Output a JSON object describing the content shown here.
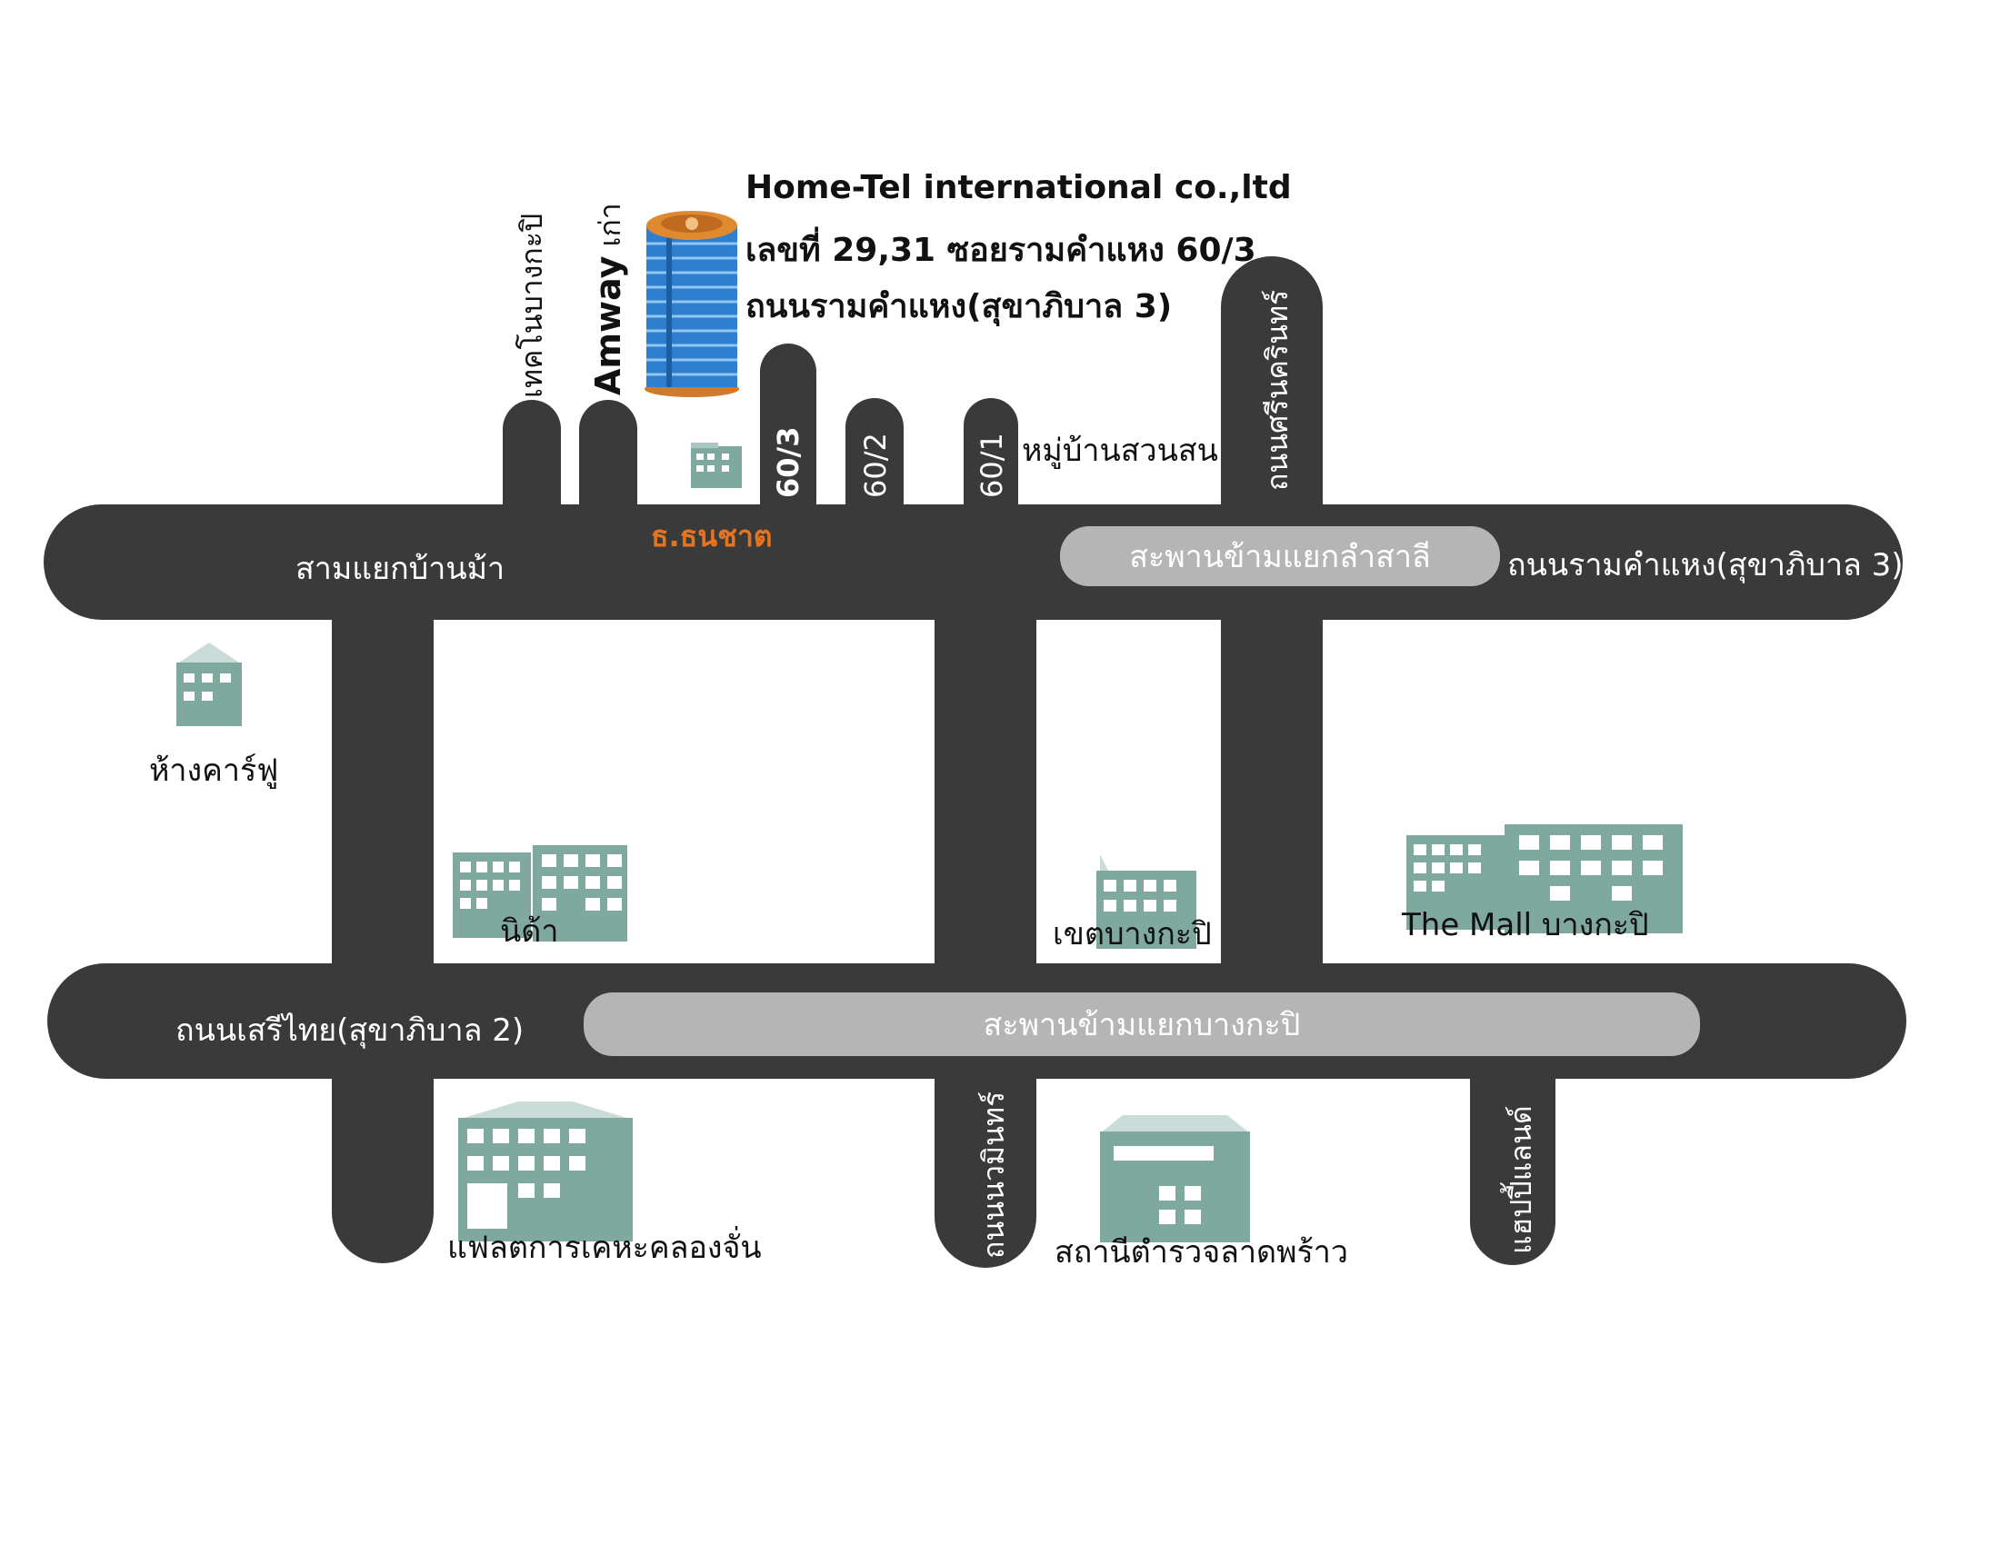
{
  "company": {
    "name": "Home-Tel international co.,ltd",
    "address_line1": "เลขที่ 29,31 ซอยรามคำแหง 60/3",
    "address_line2": "ถนนรามคำแหง(สุขาภิบาล 3)"
  },
  "roads": {
    "tech_bangkapi": "เทคโนบางกะปิ",
    "amway_name": "Amway",
    "amway_suffix": "เก่า",
    "soi_60_3": "60/3",
    "soi_60_2": "60/2",
    "soi_60_1": "60/1",
    "srinakarin": "ถนนศรีนครินทร์",
    "sam_yaek_ban_ma": "สามแยกบ้านม้า",
    "ramkhamhaeng": "ถนนรามคำแหง(สุขาภิบาล 3)",
    "serithai": "ถนนเสรีไทย(สุขาภิบาล 2)",
    "nawamin": "ถนนนวมินทร์",
    "happy_land": "แฮปปี้แลนด์"
  },
  "bridges": {
    "lam_sali": "สะพานข้ามแยกลำสาลี",
    "bangkapi": "สะพานข้ามแยกบางกะปิ"
  },
  "landmarks": {
    "bank": "ธ.ธนชาต",
    "moo_ban_suan_son": "หมู่บ้านสวนสน",
    "carrefour": "ห้างคาร์ฟู",
    "nida": "นิด้า",
    "khet_bangkapi": "เขตบางกะปิ",
    "the_mall": "The Mall บางกะปิ",
    "flat_khlong_chan": "แฟลตการเคหะคลองจั่น",
    "police_lat_phrao": "สถานีตำรวจลาดพร้าว"
  },
  "colors": {
    "road": "#3a3a3a",
    "bridge": "#b5b5b5",
    "building": "#7fa89f",
    "bank_label": "#e8731e",
    "tower_body": "#2f7fd0",
    "tower_top": "#d07a2a"
  },
  "icons": [
    "tower-icon",
    "building-icon",
    "office-building-icon"
  ]
}
